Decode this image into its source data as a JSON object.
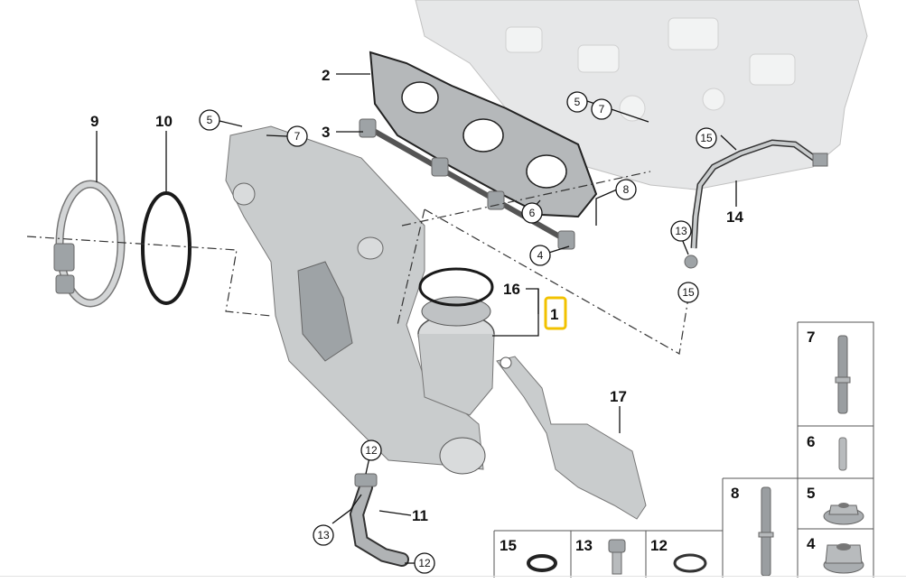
{
  "callouts": {
    "c1": "1",
    "c2": "2",
    "c3": "3",
    "c4": "4",
    "c5a": "5",
    "c5b": "5",
    "c6": "6",
    "c7a": "7",
    "c7b": "7",
    "c8": "8",
    "c9": "9",
    "c10": "10",
    "c11": "11",
    "c12a": "12",
    "c12b": "12",
    "c13a": "13",
    "c13b": "13",
    "c14": "14",
    "c15a": "15",
    "c15b": "15",
    "c16": "16",
    "c17": "17"
  },
  "table": {
    "t7": "7",
    "t6": "6",
    "t8": "8",
    "t5": "5",
    "t4": "4",
    "t15": "15",
    "t13": "13",
    "t12": "12"
  },
  "colors": {
    "highlight": "#f2c200",
    "line": "#111111",
    "part": "#c9cccd"
  }
}
